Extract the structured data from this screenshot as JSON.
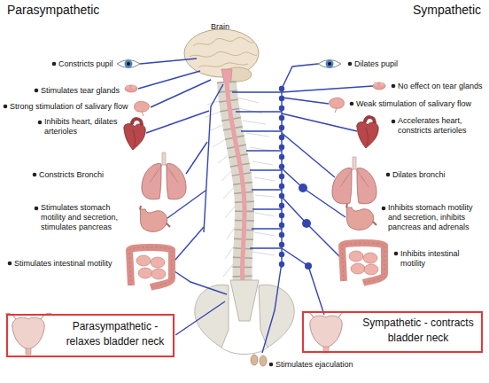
{
  "diagram": {
    "nodes": [
      {
        "text": [
          "Parasympathetic - relaxes bladder neck"
        ]
      },
      {
        "text": [
          "Sympathetic - contracts bladder neck"
        ]
      }
    ],
    "labels": [
      "Parasympathetic",
      "Sympathetic",
      "Brain",
      "Constricts pupil",
      "Stimulates tear glands",
      "Strong stimulation of salivary flow",
      "Inhibits heart, dilates arterioles",
      "Constricts Bronchi",
      "Stimulates stomach motility and secretion, stimulates pancreas",
      "Stimulates intestinal motility",
      "Dilates pupil",
      "No effect on tear glands",
      "Weak stimulation of salivary flow",
      "Accelerates heart, constricts arterioles",
      "Dilates bronchi",
      "Inhibits stomach motility and secretion, inhibits pancreas and adrenals",
      "Inhibits intestinal motility",
      "Stimulates ejaculation"
    ]
  }
}
